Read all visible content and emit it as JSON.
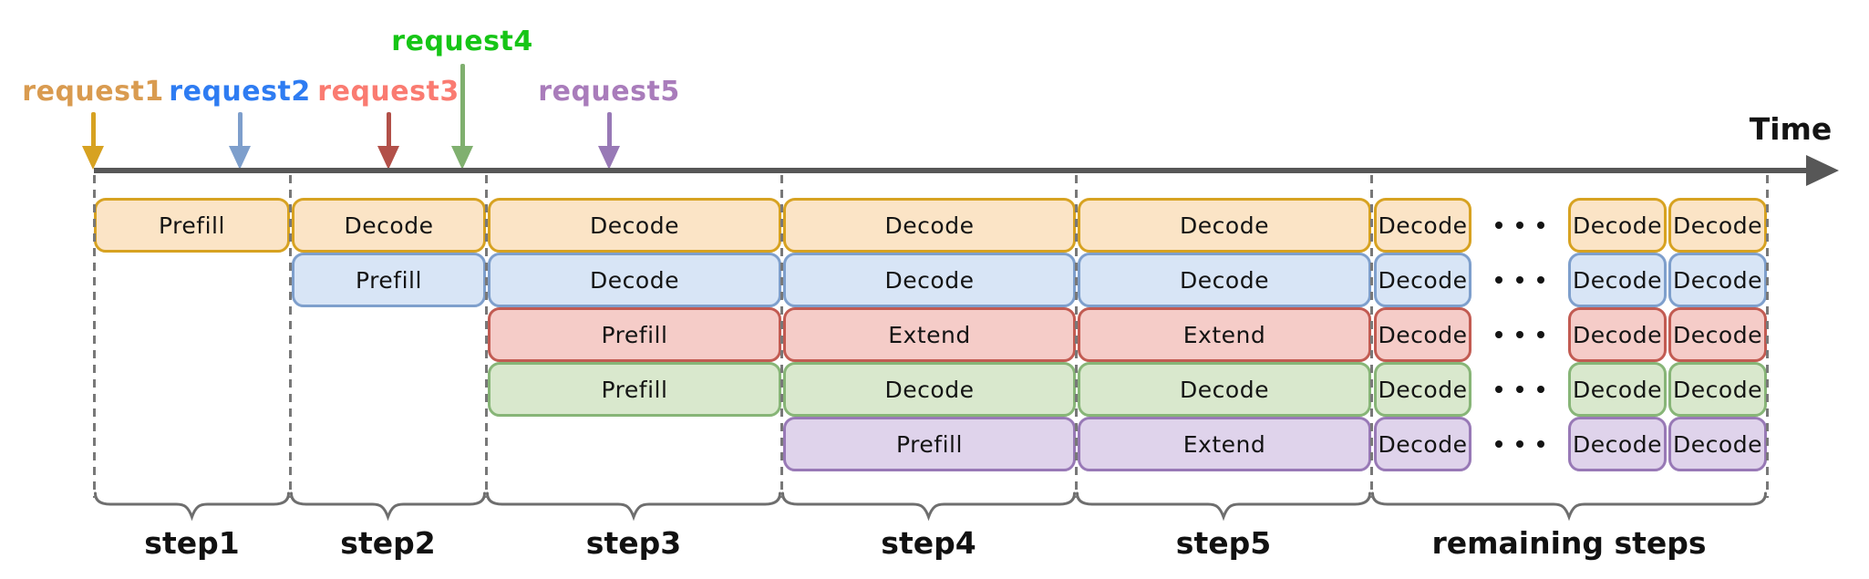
{
  "time_axis": {
    "label": "Time",
    "line_color": "#575757"
  },
  "requests": [
    {
      "label": "request1",
      "label_color": "#D99B50",
      "arrow_color": "#D7A221"
    },
    {
      "label": "request2",
      "label_color": "#2E7CF2",
      "arrow_color": "#7E9FCC"
    },
    {
      "label": "request3",
      "label_color": "#FA7B71",
      "arrow_color": "#B25049"
    },
    {
      "label": "request4",
      "label_color": "#16C516",
      "arrow_color": "#80B06F"
    },
    {
      "label": "request5",
      "label_color": "#A97CBB",
      "arrow_color": "#9879B6"
    }
  ],
  "row_styles": [
    {
      "request": "request1",
      "fill": "#FBE4C6",
      "border": "#D7A221"
    },
    {
      "request": "request2",
      "fill": "#D8E5F6",
      "border": "#7E9FCC"
    },
    {
      "request": "request3",
      "fill": "#F5CCC8",
      "border": "#C25B52"
    },
    {
      "request": "request4",
      "fill": "#D9E8CD",
      "border": "#87B577"
    },
    {
      "request": "request5",
      "fill": "#DFD3EB",
      "border": "#9879B6"
    }
  ],
  "steps": [
    {
      "id": "step1",
      "label": "step1"
    },
    {
      "id": "step2",
      "label": "step2"
    },
    {
      "id": "step3",
      "label": "step3"
    },
    {
      "id": "step4",
      "label": "step4"
    },
    {
      "id": "step5",
      "label": "step5"
    },
    {
      "id": "remaining",
      "label": "remaining steps"
    }
  ],
  "ellipsis": "...",
  "boxes": [
    {
      "row": 0,
      "col": "step1",
      "label": "Prefill"
    },
    {
      "row": 0,
      "col": "step2",
      "label": "Decode"
    },
    {
      "row": 0,
      "col": "step3",
      "label": "Decode"
    },
    {
      "row": 0,
      "col": "step4",
      "label": "Decode"
    },
    {
      "row": 0,
      "col": "step5",
      "label": "Decode"
    },
    {
      "row": 0,
      "col": "remA",
      "label": "Decode"
    },
    {
      "row": 0,
      "col": "remB",
      "label": "Decode"
    },
    {
      "row": 0,
      "col": "remC",
      "label": "Decode"
    },
    {
      "row": 1,
      "col": "step2",
      "label": "Prefill"
    },
    {
      "row": 1,
      "col": "step3",
      "label": "Decode"
    },
    {
      "row": 1,
      "col": "step4",
      "label": "Decode"
    },
    {
      "row": 1,
      "col": "step5",
      "label": "Decode"
    },
    {
      "row": 1,
      "col": "remA",
      "label": "Decode"
    },
    {
      "row": 1,
      "col": "remB",
      "label": "Decode"
    },
    {
      "row": 1,
      "col": "remC",
      "label": "Decode"
    },
    {
      "row": 2,
      "col": "step3",
      "label": "Prefill"
    },
    {
      "row": 2,
      "col": "step4",
      "label": "Extend"
    },
    {
      "row": 2,
      "col": "step5",
      "label": "Extend"
    },
    {
      "row": 2,
      "col": "remA",
      "label": "Decode"
    },
    {
      "row": 2,
      "col": "remB",
      "label": "Decode"
    },
    {
      "row": 2,
      "col": "remC",
      "label": "Decode"
    },
    {
      "row": 3,
      "col": "step3",
      "label": "Prefill"
    },
    {
      "row": 3,
      "col": "step4",
      "label": "Decode"
    },
    {
      "row": 3,
      "col": "step5",
      "label": "Decode"
    },
    {
      "row": 3,
      "col": "remA",
      "label": "Decode"
    },
    {
      "row": 3,
      "col": "remB",
      "label": "Decode"
    },
    {
      "row": 3,
      "col": "remC",
      "label": "Decode"
    },
    {
      "row": 4,
      "col": "step4",
      "label": "Prefill"
    },
    {
      "row": 4,
      "col": "step5",
      "label": "Extend"
    },
    {
      "row": 4,
      "col": "remA",
      "label": "Decode"
    },
    {
      "row": 4,
      "col": "remB",
      "label": "Decode"
    },
    {
      "row": 4,
      "col": "remC",
      "label": "Decode"
    }
  ]
}
